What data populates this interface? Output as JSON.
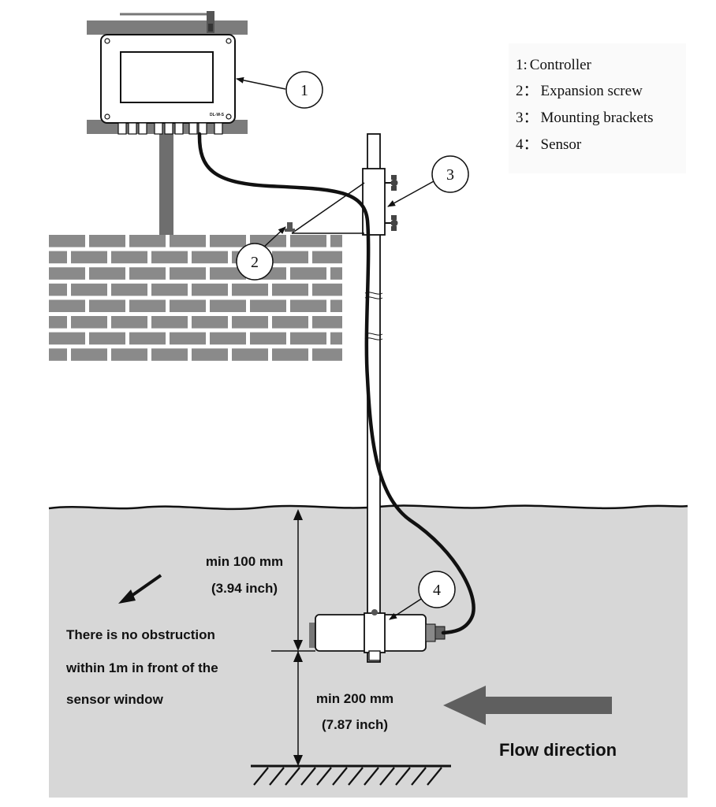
{
  "legend": {
    "items": [
      {
        "number": "1:",
        "label": "Controller"
      },
      {
        "number": "2：",
        "label": "Expansion screw"
      },
      {
        "number": "3：",
        "label": "Mounting brackets"
      },
      {
        "number": "4：",
        "label": "Sensor"
      }
    ]
  },
  "callouts": {
    "c1": "1",
    "c2": "2",
    "c3": "3",
    "c4": "4"
  },
  "controller": {
    "model_text": "DL-W-S"
  },
  "dimensions": {
    "upper_mm": "min 100 mm",
    "upper_inch": "(3.94 inch)",
    "lower_mm": "min 200 mm",
    "lower_inch": "(7.87 inch)"
  },
  "notes": {
    "obstruction_line1": "There is no obstruction",
    "obstruction_line2": "within 1m in front of the",
    "obstruction_line3": "sensor window"
  },
  "flow": {
    "label": "Flow direction"
  },
  "colors": {
    "water": "#d7d7d7",
    "brick": "#8a8a8a",
    "arrow": "#5f5f5f",
    "line": "#111111"
  }
}
